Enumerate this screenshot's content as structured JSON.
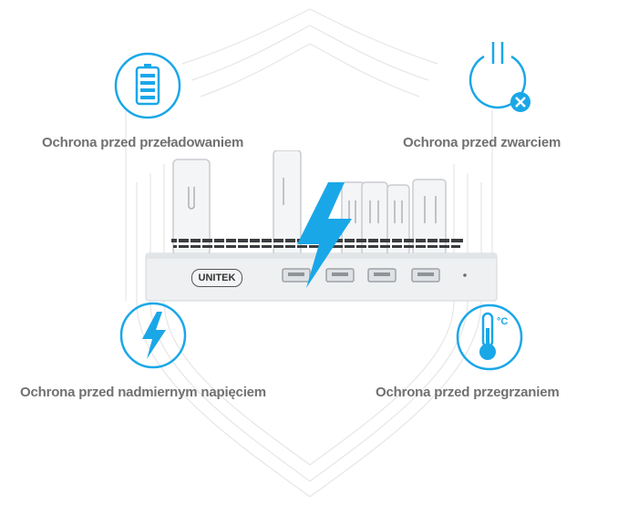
{
  "features": {
    "overcharge": {
      "label": "Ochrona przed przeładowaniem",
      "icon": "battery-icon"
    },
    "short_circuit": {
      "label": "Ochrona przed zwarciem",
      "icon": "power-short-circuit-icon"
    },
    "overvoltage": {
      "label": "Ochrona przed nadmiernym napięciem",
      "icon": "lightning-icon"
    },
    "overheat": {
      "label": "Ochrona przed przegrzaniem",
      "icon": "thermometer-icon"
    }
  },
  "product": {
    "brand": "UNITEK",
    "usb_ports": 4
  },
  "temperature_unit": "°C",
  "colors": {
    "accent": "#1aa7e8",
    "label": "#707070",
    "device": "#eef0f2"
  }
}
